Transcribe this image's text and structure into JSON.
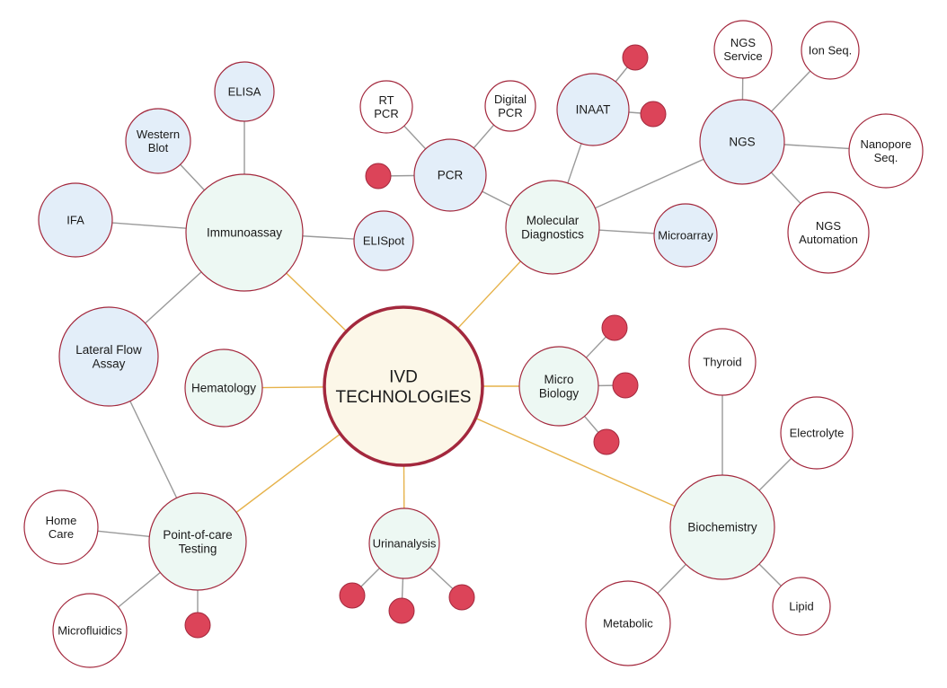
{
  "diagram": {
    "center_lines": [
      "IVD",
      "TECHNOLOGIES"
    ],
    "colors": {
      "center_fill": "#fcf7e8",
      "center_stroke": "#a3283d",
      "category_fill": "#edf8f3",
      "node_stroke": "#a3283d",
      "blue_fill": "#e3eef9",
      "white_fill": "#ffffff",
      "dot_fill": "#dc4459",
      "dot_stroke": "#a3283d",
      "spoke_line": "#e6b24a",
      "branch_line": "#9a9a9a"
    },
    "nodes": {
      "center": [
        "IVD",
        "TECHNOLOGIES"
      ],
      "immunoassay": [
        "Immunoassay"
      ],
      "molecular": [
        "Molecular",
        "Diagnostics"
      ],
      "hematology": [
        "Hematology"
      ],
      "microbiology": [
        "Micro",
        "Biology"
      ],
      "pointofcare": [
        "Point-of-care",
        "Testing"
      ],
      "urinanalysis": [
        "Urinanalysis"
      ],
      "biochemistry": [
        "Biochemistry"
      ],
      "elisa": [
        "ELISA"
      ],
      "westernblot": [
        "Western",
        "Blot"
      ],
      "ifa": [
        "IFA"
      ],
      "elispot": [
        "ELISpot"
      ],
      "lateralflow": [
        "Lateral Flow",
        "Assay"
      ],
      "pcr": [
        "PCR"
      ],
      "rtpcr": [
        "RT",
        "PCR"
      ],
      "digitalpcr": [
        "Digital",
        "PCR"
      ],
      "inaat": [
        "INAAT"
      ],
      "ngs": [
        "NGS"
      ],
      "ngsservice": [
        "NGS",
        "Service"
      ],
      "ionseq": [
        "Ion Seq."
      ],
      "nanopore": [
        "Nanopore",
        "Seq."
      ],
      "ngsautomation": [
        "NGS",
        "Automation"
      ],
      "microarray": [
        "Microarray"
      ],
      "homecare": [
        "Home",
        "Care"
      ],
      "microfluidics": [
        "Microfluidics"
      ],
      "thyroid": [
        "Thyroid"
      ],
      "electrolyte": [
        "Electrolyte"
      ],
      "lipid": [
        "Lipid"
      ],
      "metabolic": [
        "Metabolic"
      ]
    }
  }
}
